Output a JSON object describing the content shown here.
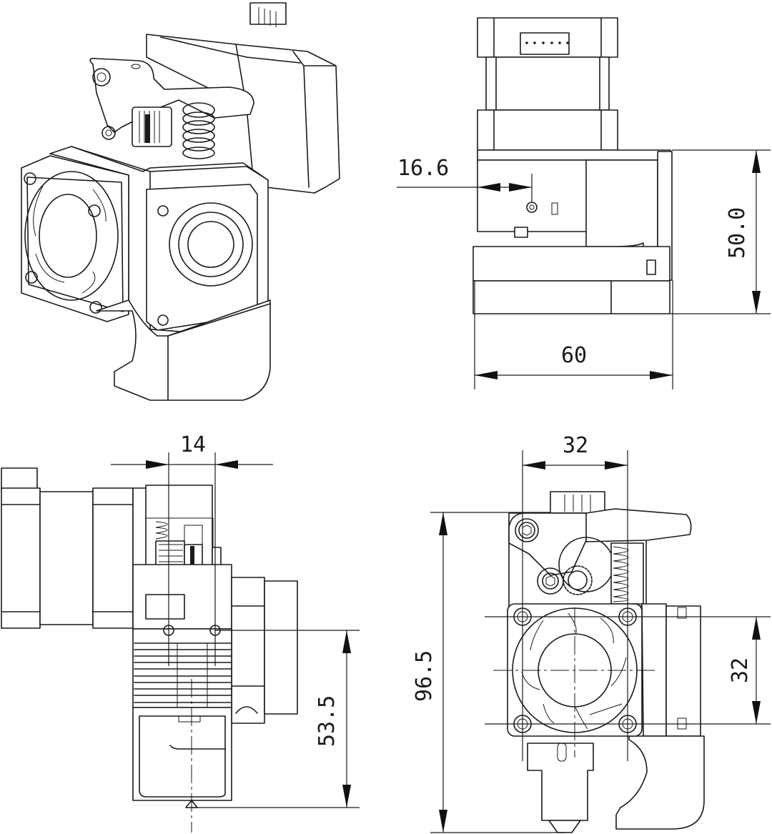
{
  "drawing": {
    "type": "technical-dimension-drawing",
    "subject": "extruder-hotend-assembly",
    "ink_color": "#1a1a1a",
    "paper_color": "#ffffff",
    "units": "mm"
  },
  "views": {
    "isometric": {
      "name": "isometric-view"
    },
    "side": {
      "name": "side-view",
      "dimensions": {
        "offset": {
          "label": "16.6",
          "value": 16.6
        },
        "height": {
          "label": "50.0",
          "value": 50.0
        },
        "width": {
          "label": "60",
          "value": 60
        }
      }
    },
    "rear": {
      "name": "rear-side-view",
      "dimensions": {
        "hole_spacing": {
          "label": "14",
          "value": 14
        },
        "nozzle_height": {
          "label": "53.5",
          "value": 53.5
        }
      }
    },
    "front": {
      "name": "front-view",
      "dimensions": {
        "fan_hole_h": {
          "label": "32",
          "value": 32
        },
        "fan_hole_v": {
          "label": "32",
          "value": 32
        },
        "total_height": {
          "label": "96.5",
          "value": 96.5
        }
      }
    }
  }
}
